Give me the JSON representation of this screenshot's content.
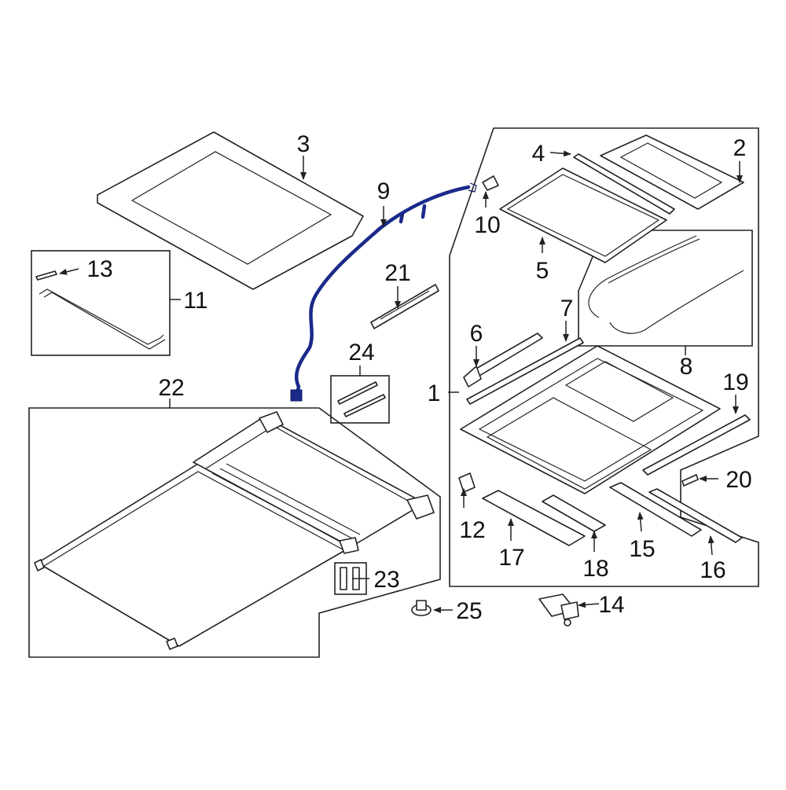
{
  "diagram": {
    "highlight_color": "#1a2a8a",
    "callouts": {
      "c1": "1",
      "c2": "2",
      "c3": "3",
      "c4": "4",
      "c5": "5",
      "c6": "6",
      "c7": "7",
      "c8": "8",
      "c9": "9",
      "c10": "10",
      "c11": "11",
      "c12": "12",
      "c13": "13",
      "c14": "14",
      "c15": "15",
      "c16": "16",
      "c17": "17",
      "c18": "18",
      "c19": "19",
      "c20": "20",
      "c21": "21",
      "c22": "22",
      "c23": "23",
      "c24": "24",
      "c25": "25"
    }
  }
}
